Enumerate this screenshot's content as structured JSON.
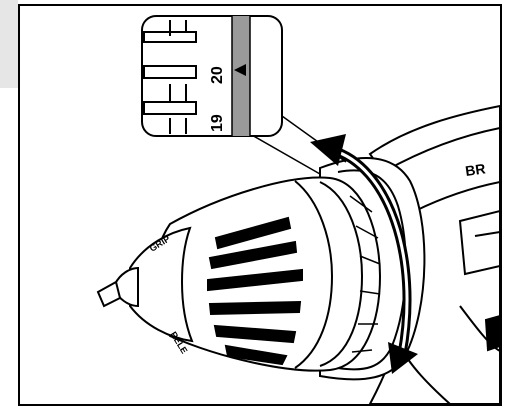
{
  "figure": {
    "callout": {
      "scale_number_upper": "20",
      "scale_number_lower": "19"
    },
    "chuck": {
      "grip_label": "GRIP",
      "release_label": "RELE",
      "brand_fragment": "BR"
    },
    "colors": {
      "line": "#000000",
      "background": "#ffffff",
      "side_tab": "#e6e6e6",
      "scale_strip": "#9a9a9a"
    },
    "icons": [
      "rotation-double-arrow-icon",
      "indicator-triangle-icon"
    ]
  }
}
